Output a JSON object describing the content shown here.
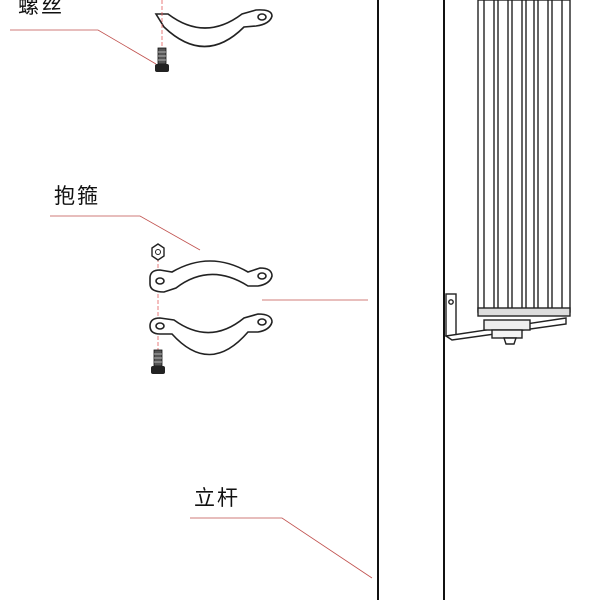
{
  "labels": {
    "screw": "螺丝",
    "clamp": "抱箍",
    "pole": "立杆"
  },
  "colors": {
    "line": "#222222",
    "leader": "#c0504d",
    "axis": "#e35b5b",
    "background": "#ffffff"
  },
  "icons": [
    "screw-icon",
    "nut-icon",
    "pipe-clamp-icon",
    "mounting-bracket-icon",
    "display-panel-icon"
  ]
}
